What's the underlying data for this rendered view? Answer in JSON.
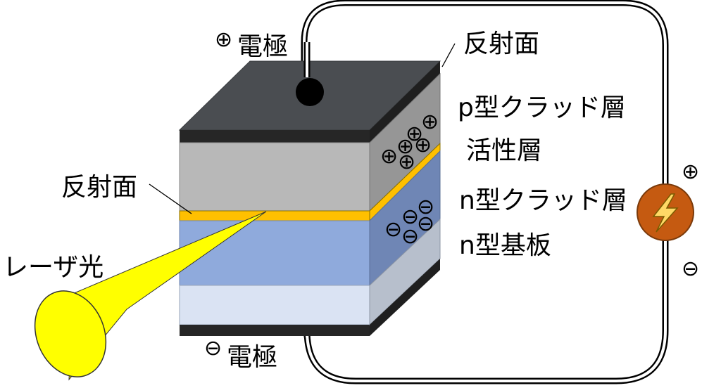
{
  "labels": {
    "electrode_plus": "電極",
    "electrode_minus": "電極",
    "mirror_top": "反射面",
    "mirror_left": "反射面",
    "p_clad": "p型クラッド層",
    "active": "活性層",
    "n_clad": "n型クラッド層",
    "n_sub": "n型基板",
    "laser": "レーザ光"
  },
  "symbols": {
    "plus": "⊕",
    "minus": "⊖",
    "plus_small": "⊕",
    "minus_small": "⊖"
  },
  "colors": {
    "top_electrode": "#4a4d51",
    "electrode_strip": "#262626",
    "p_layer": "#b8b8b8",
    "active_layer": "#ffc000",
    "n_clad": "#8faadc",
    "n_substrate": "#dae3f3",
    "beam": "#ffff00",
    "battery": "#c55a11",
    "bolt": "#ffd966"
  }
}
